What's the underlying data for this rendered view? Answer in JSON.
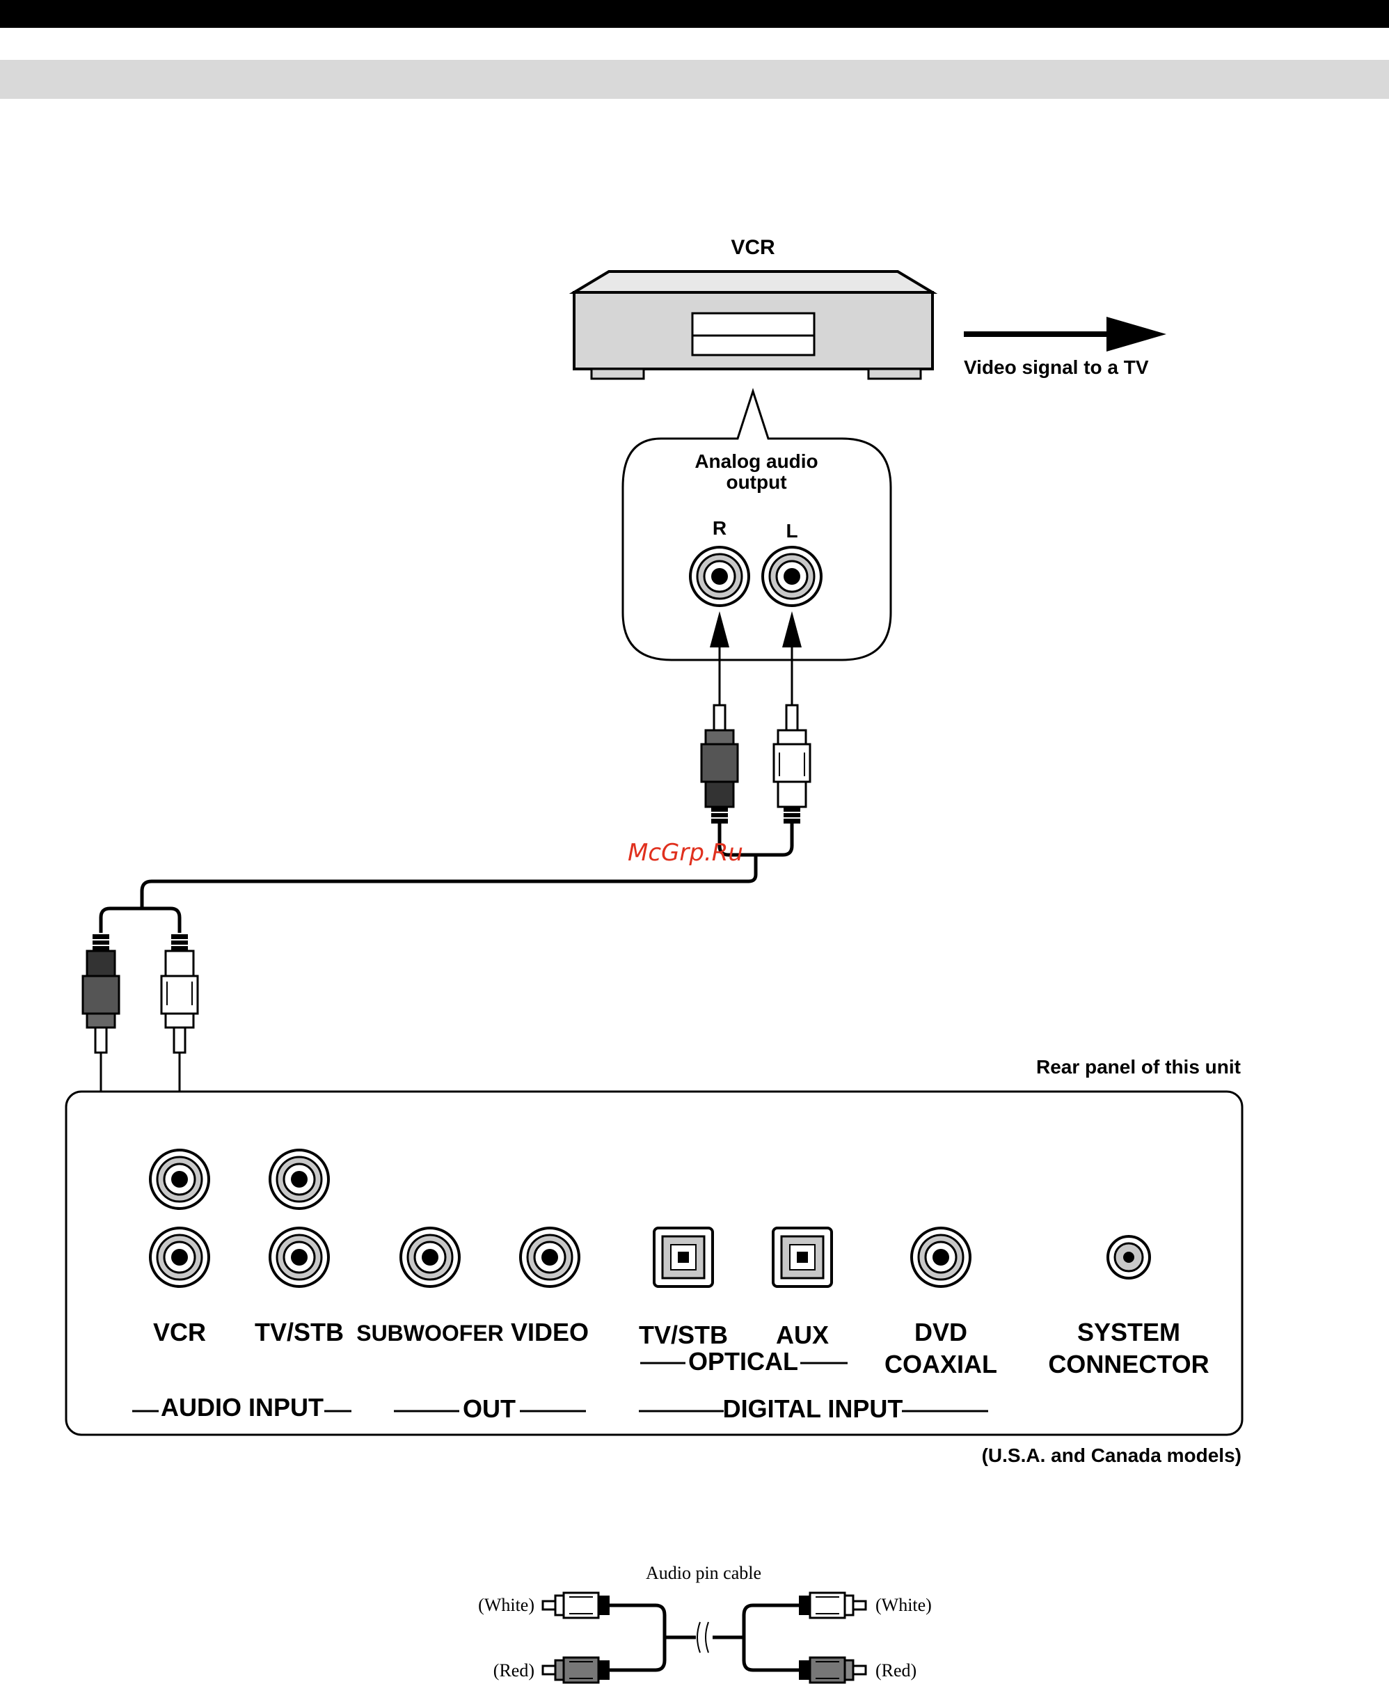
{
  "colors": {
    "header_bar": "#000000",
    "sub_bar": "#d9d9d9",
    "watermark": "#e0301e",
    "line": "#000000",
    "device_fill": "#d6d6d6"
  },
  "icons": [
    "vcr-device-icon",
    "rca-jack-icon",
    "rca-plug-icon",
    "optical-jack-icon",
    "arrow-icon"
  ],
  "vcr": {
    "title": "VCR",
    "video_signal_label": "Video signal to a TV",
    "callout_title_line1": "Analog audio",
    "callout_title_line2": "output",
    "jack_r": "R",
    "jack_l": "L"
  },
  "watermark": "McGrp.Ru",
  "rear_panel": {
    "title": "Rear panel of this unit",
    "model_note": "(U.S.A. and Canada models)",
    "jacks": {
      "vcr": "VCR",
      "tv_stb": "TV/STB",
      "subwoofer": "SUBWOOFER",
      "video": "VIDEO",
      "opt_tv_stb": "TV/STB",
      "aux": "AUX",
      "optical": "OPTICAL",
      "dvd": "DVD",
      "coaxial": "COAXIAL",
      "system": "SYSTEM",
      "connector": "CONNECTOR"
    },
    "groups": {
      "audio_input": "AUDIO INPUT",
      "out": "OUT",
      "digital_input": "DIGITAL INPUT"
    }
  },
  "cable_legend": {
    "title": "Audio pin cable",
    "white_left": "(White)",
    "red_left": "(Red)",
    "white_right": "(White)",
    "red_right": "(Red)"
  }
}
